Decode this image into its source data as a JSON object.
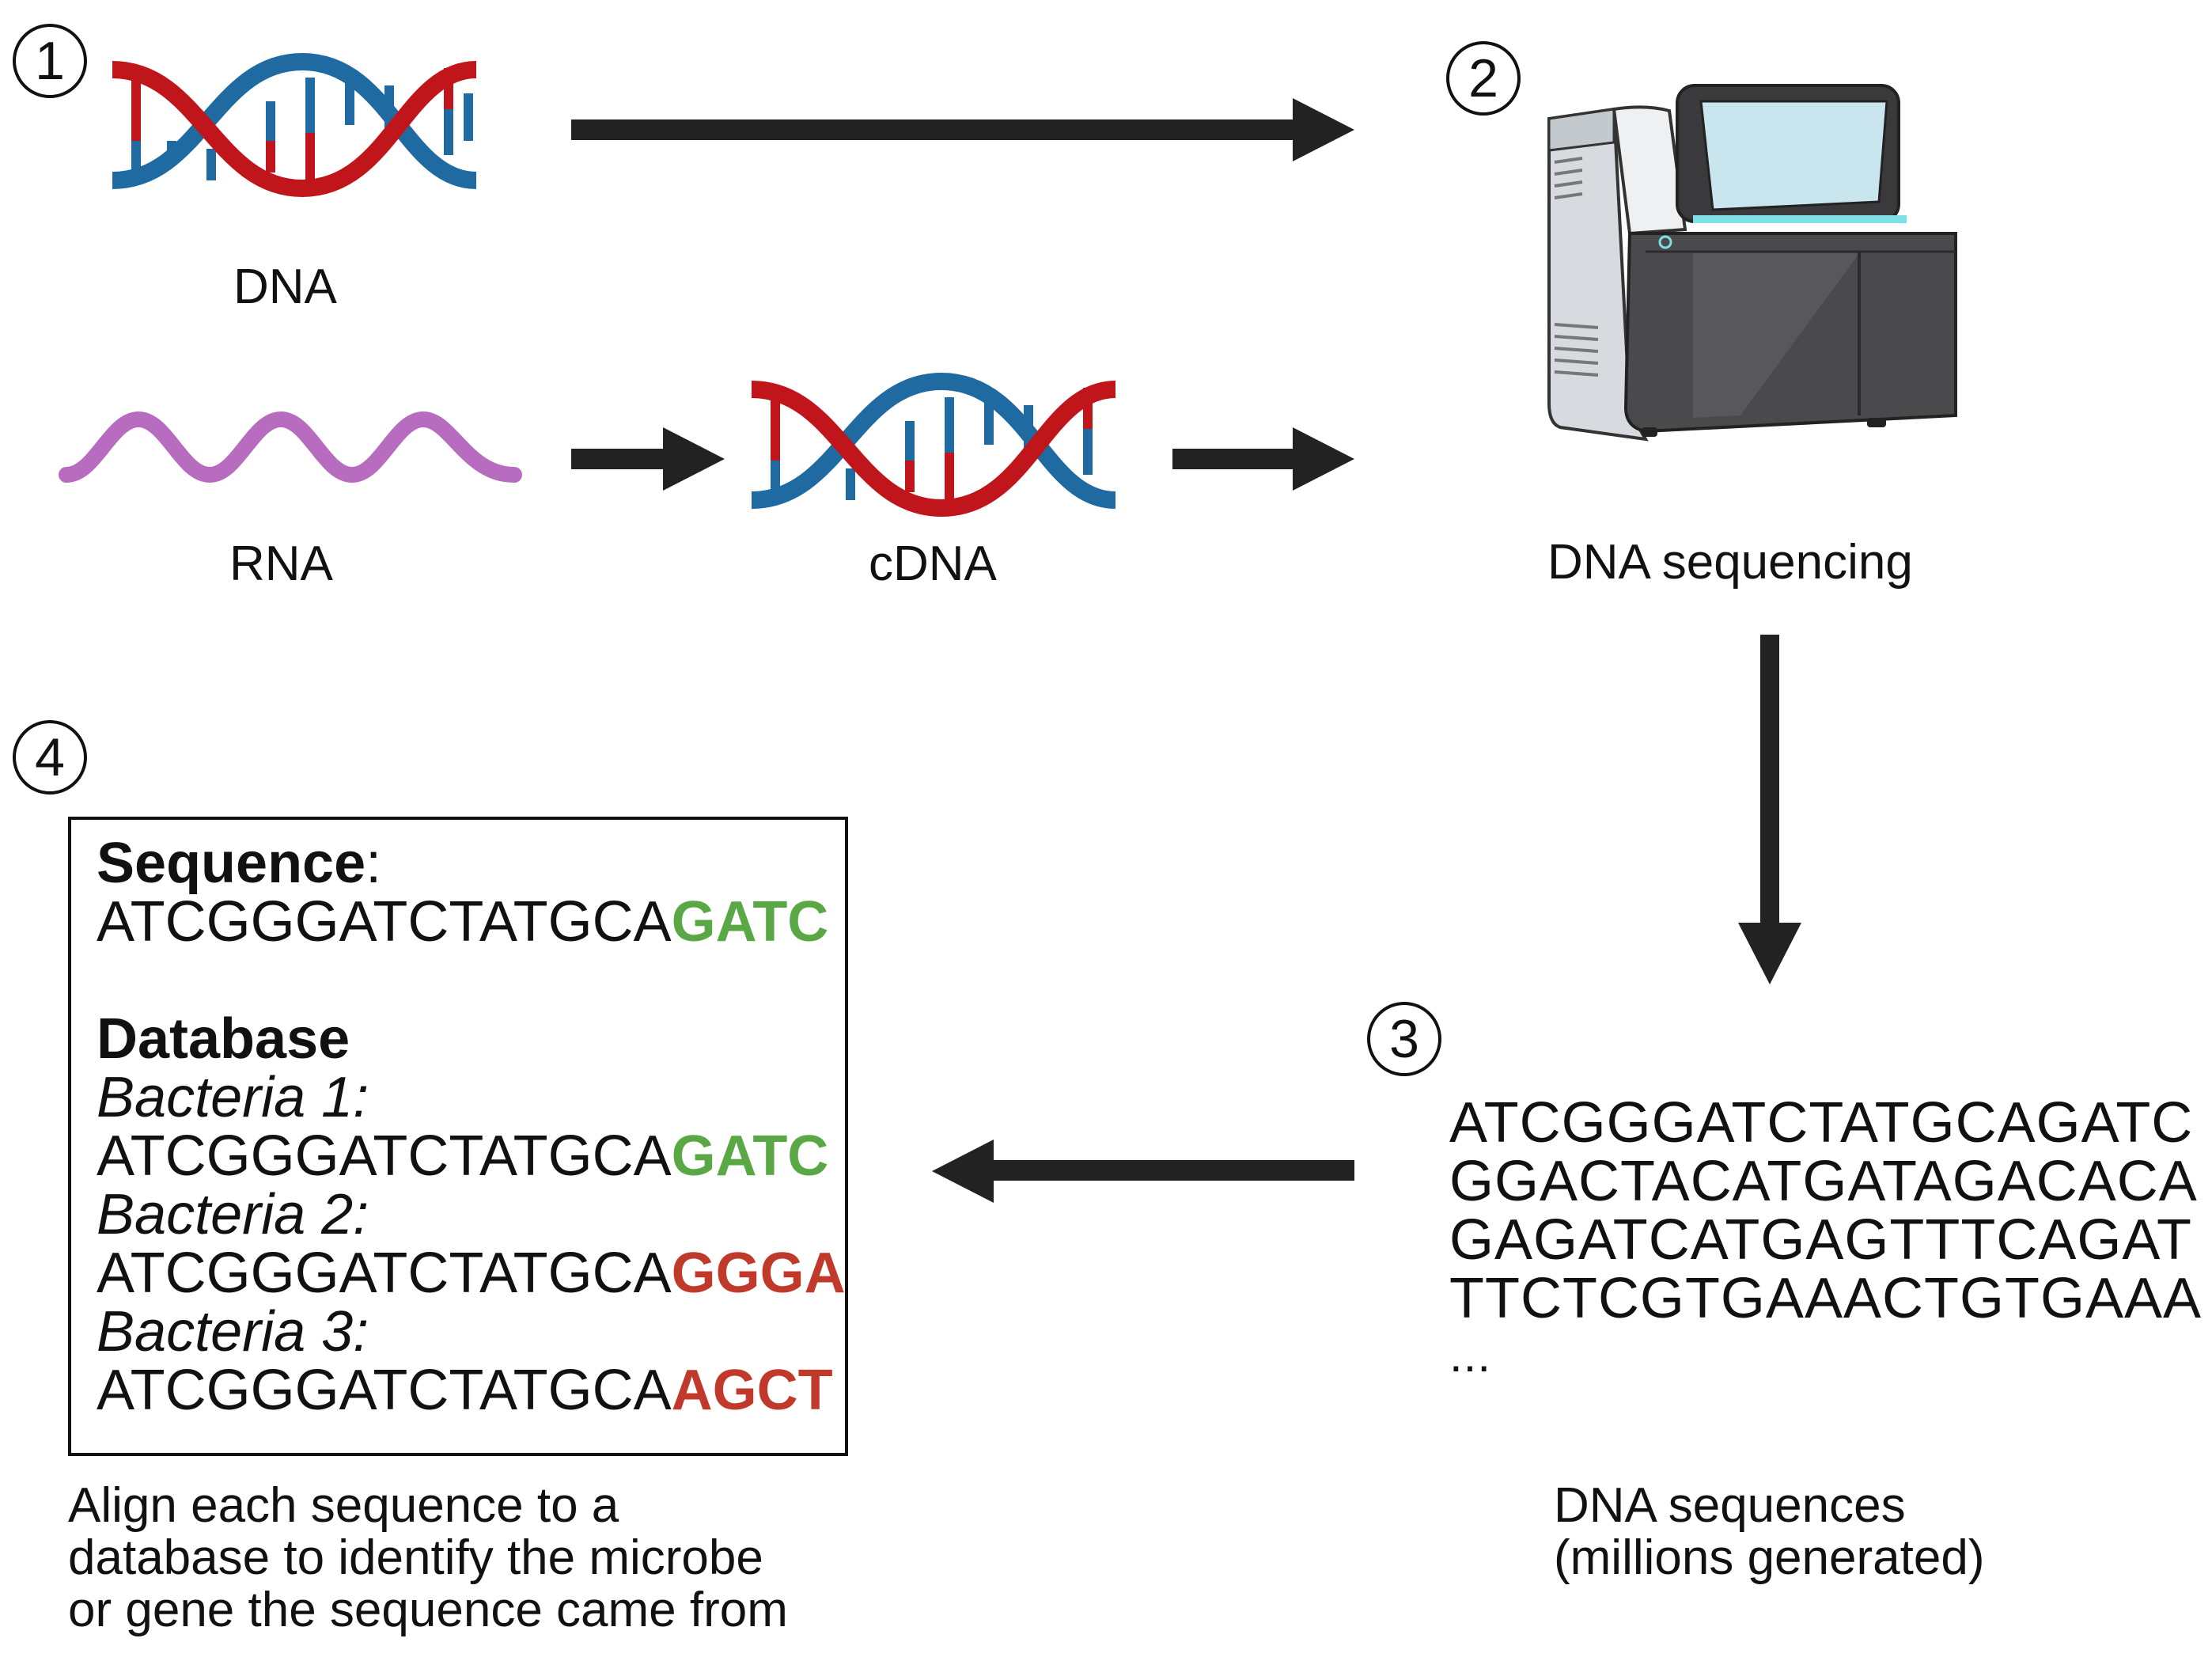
{
  "colors": {
    "dna_blue": "#1f6aa0",
    "dna_red": "#c0151a",
    "rna_purple": "#b86cc0",
    "arrow": "#222222",
    "match_green": "#5aa845",
    "mismatch_red": "#c0392b"
  },
  "steps": {
    "step1": "1",
    "step2": "2",
    "step3": "3",
    "step4": "4"
  },
  "labels": {
    "dna": "DNA",
    "rna": "RNA",
    "cdna": "cDNA",
    "sequencing": "DNA sequencing"
  },
  "sequences": {
    "lines": [
      "ATCGGGATCTATGCAGATC",
      "GGACTACATGATAGACACA",
      "GAGATCATGAGTTTCAGAT",
      "TTCTCGTGAAACTGTGAAA"
    ],
    "ellipsis": "...",
    "caption_line1": "DNA sequences",
    "caption_line2": "(millions generated)"
  },
  "database_box": {
    "sequence_heading": "Sequence",
    "sequence_colon": ":",
    "query_prefix": "ATCGGGATCTATGCA",
    "query_suffix": "GATC",
    "database_heading": "Database",
    "entries": [
      {
        "name": "Bacteria 1:",
        "prefix": "ATCGGGATCTATGCA",
        "suffix": "GATC",
        "match": true
      },
      {
        "name": "Bacteria 2:",
        "prefix": "ATCGGGATCTATGCA",
        "suffix": "GGGA",
        "match": false
      },
      {
        "name": "Bacteria 3:",
        "prefix": "ATCGGGATCTATGCA",
        "suffix": "AGCT",
        "match": false
      }
    ]
  },
  "align_caption": {
    "line1": "Align each sequence to a",
    "line2": "database to identify the microbe",
    "line3": "or gene the sequence came from"
  },
  "icons": [
    "dna-helix-icon",
    "rna-strand-icon",
    "cdna-helix-icon",
    "sequencer-machine-icon",
    "arrow-icon"
  ]
}
